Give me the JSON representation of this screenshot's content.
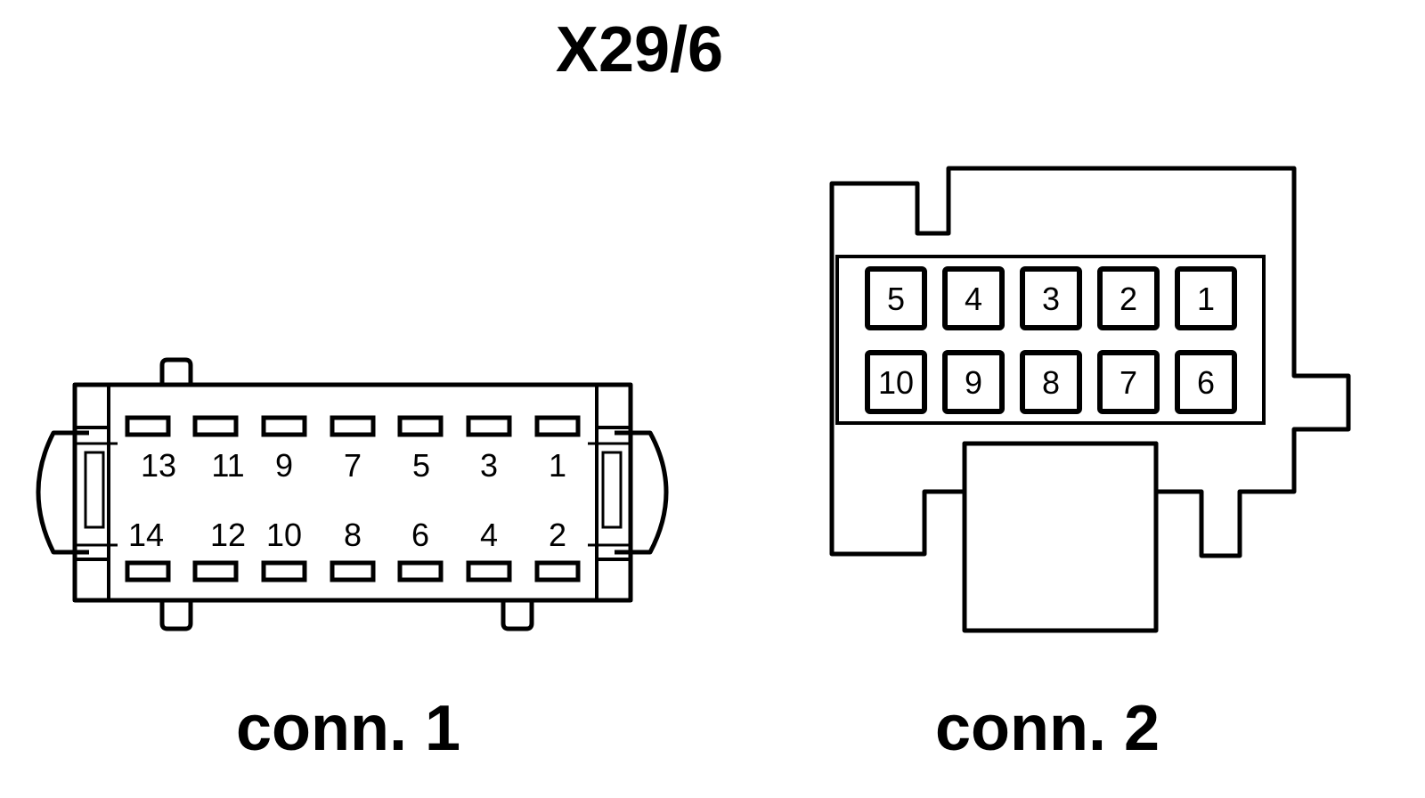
{
  "title": "X29/6",
  "connector_1": {
    "label": "conn. 1",
    "top_pins": [
      "13",
      "11",
      "9",
      "7",
      "5",
      "3",
      "1"
    ],
    "bottom_pins": [
      "14",
      "12",
      "10",
      "8",
      "6",
      "4",
      "2"
    ]
  },
  "connector_2": {
    "label": "conn. 2",
    "top_pins": [
      "5",
      "4",
      "3",
      "2",
      "1"
    ],
    "bottom_pins": [
      "10",
      "9",
      "8",
      "7",
      "6"
    ]
  }
}
